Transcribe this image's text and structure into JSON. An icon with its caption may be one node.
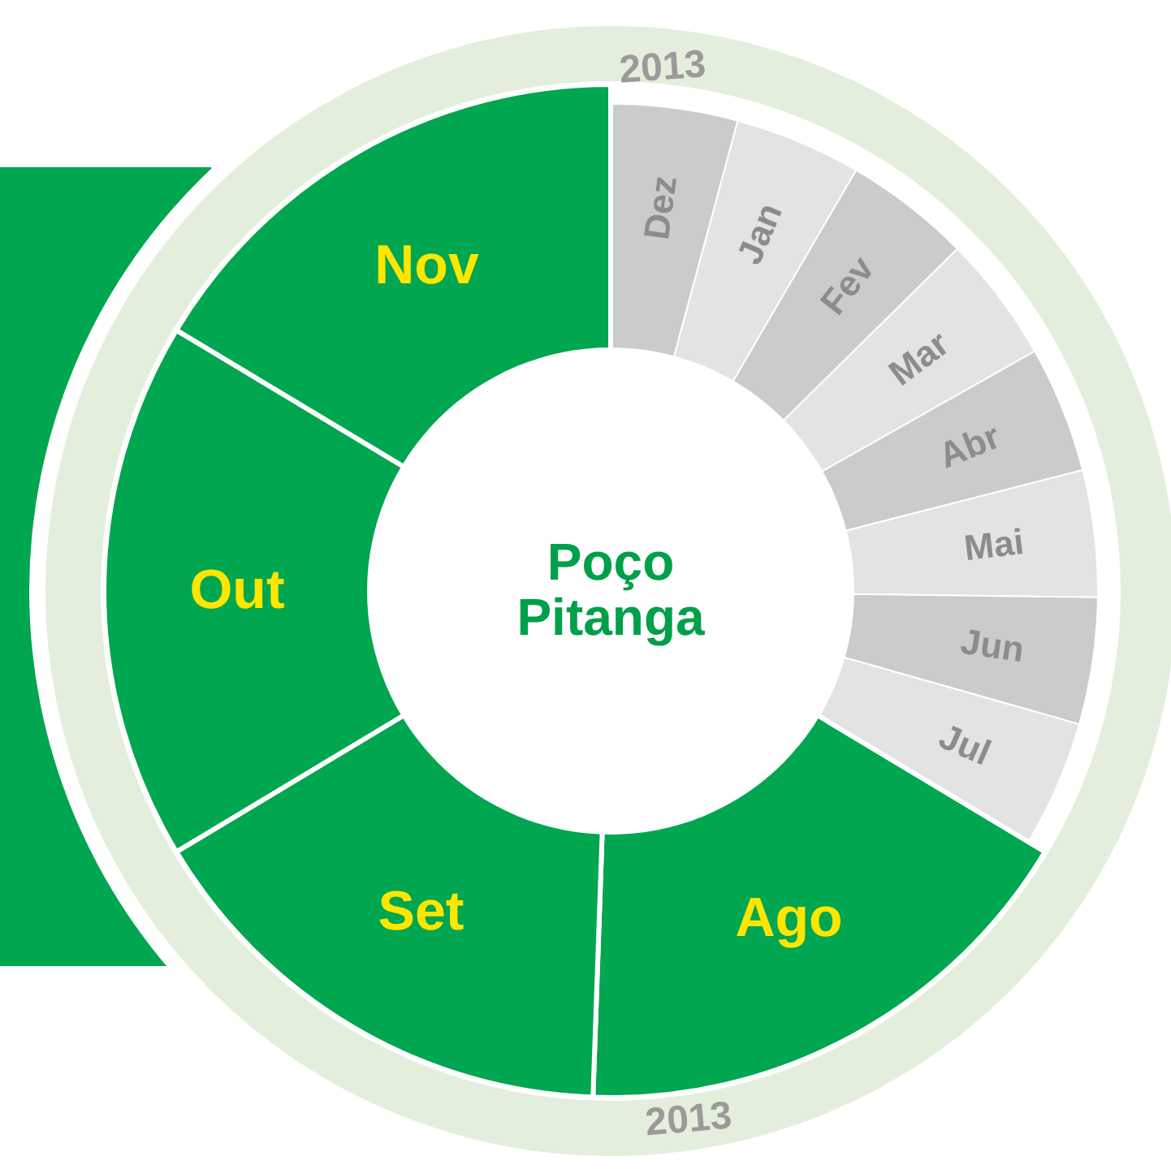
{
  "diagram": {
    "nodes": [
      {
        "text": [
          "Dez"
        ]
      },
      {
        "text": [
          "Jan"
        ]
      },
      {
        "text": [
          "Fev"
        ]
      },
      {
        "text": [
          "Mar"
        ]
      },
      {
        "text": [
          "Abr"
        ]
      },
      {
        "text": [
          "Mai"
        ]
      },
      {
        "text": [
          "Jun"
        ]
      },
      {
        "text": [
          "Jul"
        ]
      },
      {
        "text": [
          "Ago"
        ]
      },
      {
        "text": [
          "Set"
        ]
      },
      {
        "text": [
          "Out"
        ]
      },
      {
        "text": [
          "Nov"
        ]
      },
      {
        "text": [
          "Poço Pitanga"
        ]
      }
    ],
    "labels": [
      "2013",
      "2013"
    ]
  }
}
